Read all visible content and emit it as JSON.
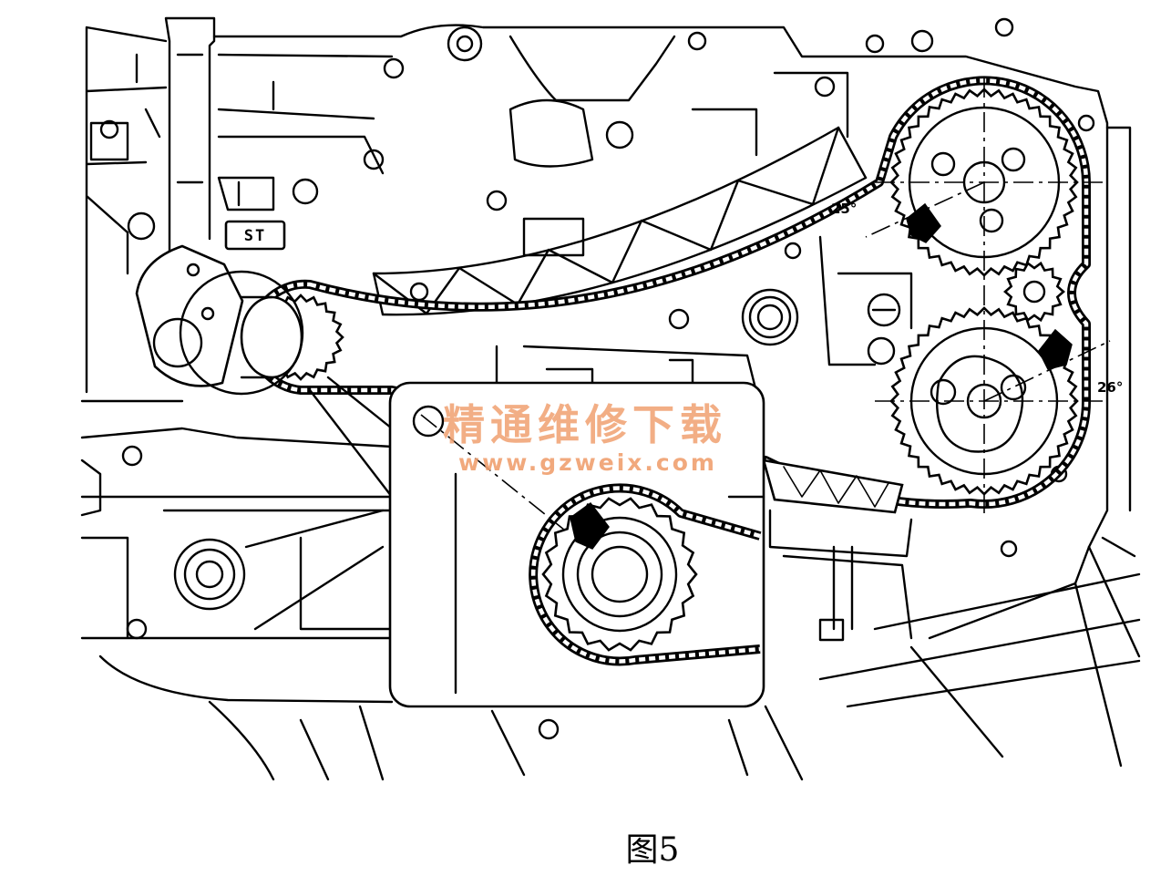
{
  "figure": {
    "caption": "图5"
  },
  "labels": {
    "tool": "ST",
    "angle_upper": "25°",
    "angle_lower": "26°"
  },
  "watermark": {
    "title": "精通维修下载",
    "url": "www.gzweix.com",
    "color": "#f0a070"
  },
  "colors": {
    "line": "#000000",
    "background": "#ffffff"
  }
}
